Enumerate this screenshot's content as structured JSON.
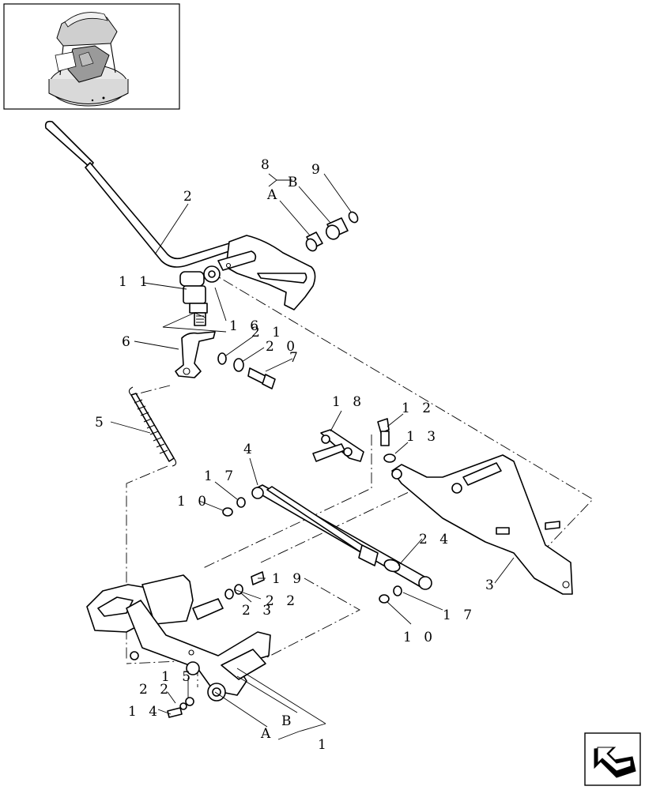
{
  "callouts": [
    {
      "id": "c2",
      "text": "2"
    },
    {
      "id": "c8",
      "text": "8"
    },
    {
      "id": "c9",
      "text": "9"
    },
    {
      "id": "c8a",
      "text": "A"
    },
    {
      "id": "c8b",
      "text": "B"
    },
    {
      "id": "c11",
      "text": "1 1"
    },
    {
      "id": "c16",
      "text": "1 6"
    },
    {
      "id": "c21",
      "text": "2 1"
    },
    {
      "id": "c20",
      "text": "2 0"
    },
    {
      "id": "c7",
      "text": "7"
    },
    {
      "id": "c6",
      "text": "6"
    },
    {
      "id": "c5",
      "text": "5"
    },
    {
      "id": "c18",
      "text": "1 8"
    },
    {
      "id": "c12",
      "text": "1 2"
    },
    {
      "id": "c13",
      "text": "1 3"
    },
    {
      "id": "c4",
      "text": "4"
    },
    {
      "id": "c17a",
      "text": "1 7"
    },
    {
      "id": "c10a",
      "text": "1 0"
    },
    {
      "id": "c24",
      "text": "2 4"
    },
    {
      "id": "c19",
      "text": "1 9"
    },
    {
      "id": "c22a",
      "text": "2 2"
    },
    {
      "id": "c23",
      "text": "2 3"
    },
    {
      "id": "c3",
      "text": "3"
    },
    {
      "id": "c17b",
      "text": "1 7"
    },
    {
      "id": "c10b",
      "text": "1 0"
    },
    {
      "id": "c15",
      "text": "1 5"
    },
    {
      "id": "c22b",
      "text": "2 2"
    },
    {
      "id": "c14",
      "text": "1 4"
    },
    {
      "id": "c1a",
      "text": "A"
    },
    {
      "id": "c1b",
      "text": "B"
    },
    {
      "id": "c1",
      "text": "1"
    }
  ],
  "icons": {
    "locator": "machine-locator-thumbnail",
    "nav": "next-page-arrow-icon"
  }
}
